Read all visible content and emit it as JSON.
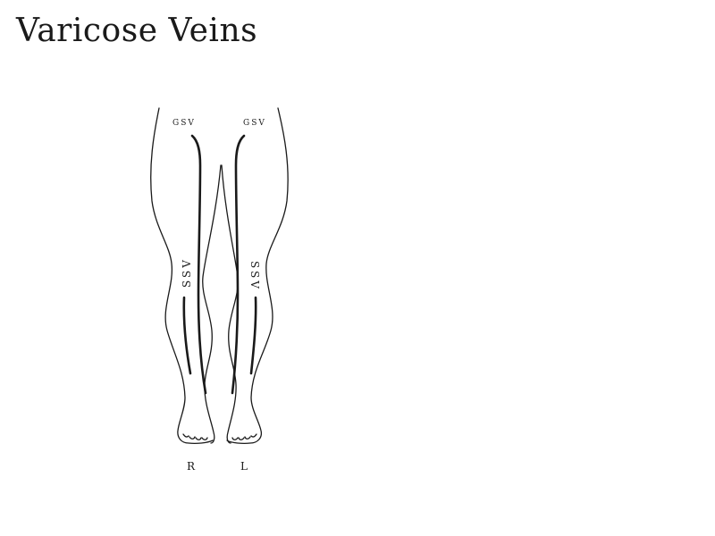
{
  "title": "Varicose Veins",
  "diagram": {
    "labels": {
      "gsv_right": "GSV",
      "gsv_left": "GSV",
      "ssv_right": "SSV",
      "ssv_left": "SSV",
      "side_right": "R",
      "side_left": "L"
    },
    "colors": {
      "line": "#1a1a1a",
      "background": "#ffffff"
    }
  }
}
